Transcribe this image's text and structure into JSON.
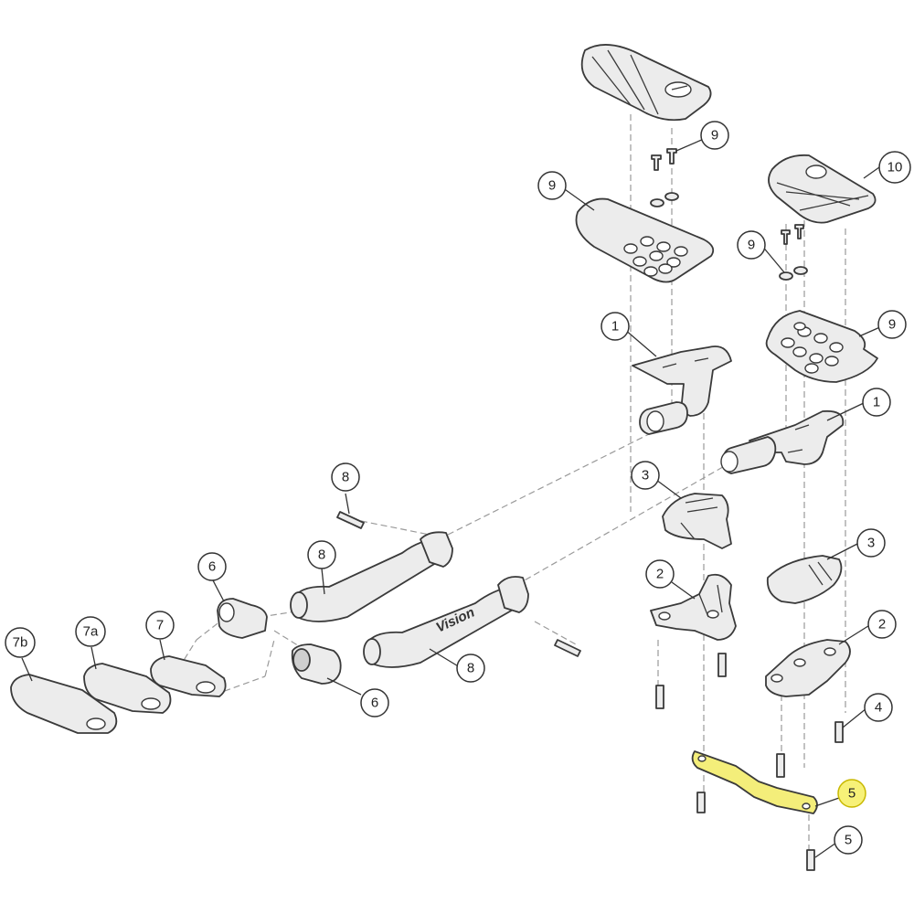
{
  "diagram": {
    "brand_text": "Vision",
    "callouts": [
      {
        "id": "c-9-top",
        "label": "9"
      },
      {
        "id": "c-10",
        "label": "10"
      },
      {
        "id": "c-9-left",
        "label": "9"
      },
      {
        "id": "c-9-mid",
        "label": "9"
      },
      {
        "id": "c-9-right",
        "label": "9"
      },
      {
        "id": "c-1-left",
        "label": "1"
      },
      {
        "id": "c-1-right",
        "label": "1"
      },
      {
        "id": "c-8-bolt",
        "label": "8"
      },
      {
        "id": "c-3-left",
        "label": "3"
      },
      {
        "id": "c-3-right",
        "label": "3"
      },
      {
        "id": "c-6-top",
        "label": "6"
      },
      {
        "id": "c-8-bar-upper",
        "label": "8"
      },
      {
        "id": "c-2-left",
        "label": "2"
      },
      {
        "id": "c-2-right",
        "label": "2"
      },
      {
        "id": "c-7b",
        "label": "7b"
      },
      {
        "id": "c-7a",
        "label": "7a"
      },
      {
        "id": "c-7",
        "label": "7"
      },
      {
        "id": "c-8-bar-lower",
        "label": "8"
      },
      {
        "id": "c-6-bottom",
        "label": "6"
      },
      {
        "id": "c-4",
        "label": "4"
      },
      {
        "id": "c-5-bridge",
        "label": "5"
      },
      {
        "id": "c-5-bolt",
        "label": "5"
      }
    ],
    "highlight": {
      "part": "5",
      "color": "#f4ee7a"
    }
  }
}
